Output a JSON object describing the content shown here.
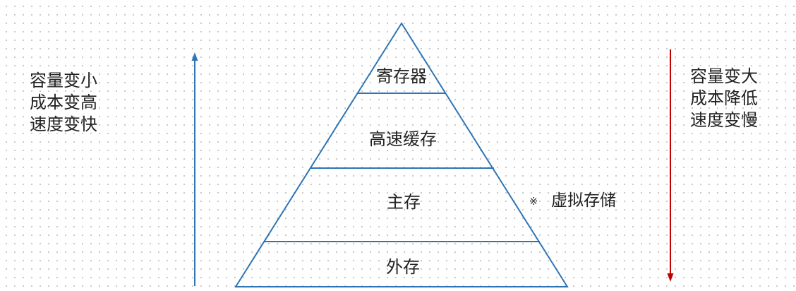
{
  "left_label": {
    "lines": [
      "容量变小",
      "成本变高",
      "速度变快"
    ]
  },
  "right_label": {
    "lines": [
      "容量变大",
      "成本降低",
      "速度变慢"
    ]
  },
  "pyramid": {
    "levels": [
      "寄存器",
      "高速缓存",
      "主存",
      "外存"
    ]
  },
  "note": {
    "symbol": "※",
    "text": "虚拟存储"
  },
  "colors": {
    "pyramid_line": "#2e75b6",
    "up_arrow": "#2e75b6",
    "down_arrow": "#c00000"
  }
}
